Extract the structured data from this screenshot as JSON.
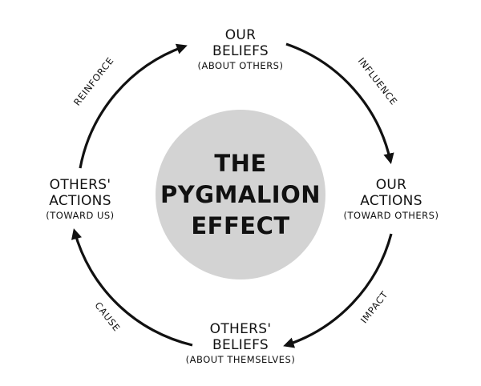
{
  "center": {
    "lines": [
      "THE",
      "PYGMALION",
      "EFFECT"
    ],
    "fill_color": "#d3d3d3"
  },
  "nodes": {
    "top": {
      "title": [
        "OUR",
        "BELIEFS"
      ],
      "subtitle": "(ABOUT OTHERS)"
    },
    "right": {
      "title": [
        "OUR",
        "ACTIONS"
      ],
      "subtitle": "(TOWARD OTHERS)"
    },
    "bottom": {
      "title": [
        "OTHERS'",
        "BELIEFS"
      ],
      "subtitle": "(ABOUT THEMSELVES)"
    },
    "left": {
      "title": [
        "OTHERS'",
        "ACTIONS"
      ],
      "subtitle": "(TOWARD US)"
    }
  },
  "arcs": {
    "top_right": "INFLUENCE",
    "bottom_right": "IMPACT",
    "bottom_left": "CAUSE",
    "top_left": "REINFORCE"
  },
  "colors": {
    "ink": "#111111",
    "background": "#ffffff"
  }
}
